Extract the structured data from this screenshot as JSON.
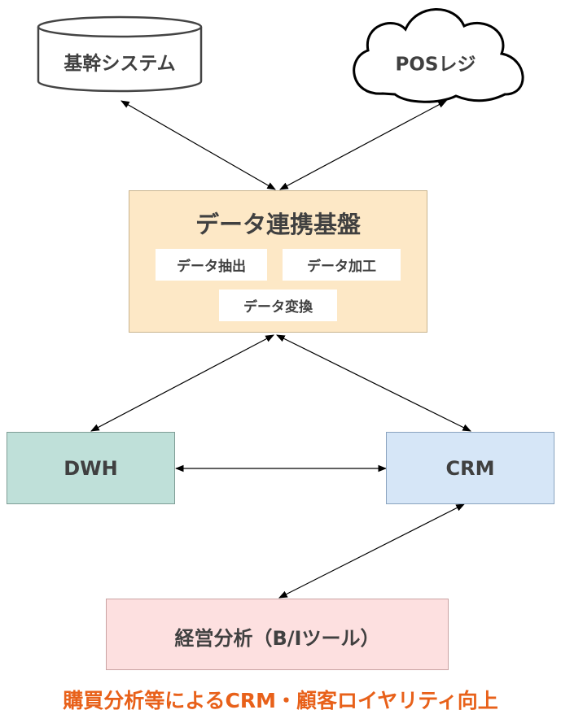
{
  "nodes": {
    "core_system": "基幹システム",
    "pos_register": "POSレジ",
    "data_platform": {
      "title": "データ連携基盤",
      "functions": [
        "データ抽出",
        "データ加工",
        "データ変換"
      ]
    },
    "dwh": "DWH",
    "crm": "CRM",
    "management_analysis": "経営分析（B/Iツール）"
  },
  "caption": "購買分析等によるCRM・顧客ロイヤリティ向上",
  "colors": {
    "data_platform_fill": "#fde8c6",
    "dwh_fill": "#bfe0d9",
    "crm_fill": "#d6e6f7",
    "analysis_fill": "#fde0e0",
    "caption": "#e8611a",
    "text": "#404040"
  },
  "connections": [
    {
      "from": "core_system",
      "to": "data_platform",
      "direction": "both"
    },
    {
      "from": "pos_register",
      "to": "data_platform",
      "direction": "both"
    },
    {
      "from": "data_platform",
      "to": "dwh",
      "direction": "both"
    },
    {
      "from": "data_platform",
      "to": "crm",
      "direction": "both"
    },
    {
      "from": "dwh",
      "to": "crm",
      "direction": "both"
    },
    {
      "from": "crm",
      "to": "management_analysis",
      "direction": "both"
    }
  ]
}
